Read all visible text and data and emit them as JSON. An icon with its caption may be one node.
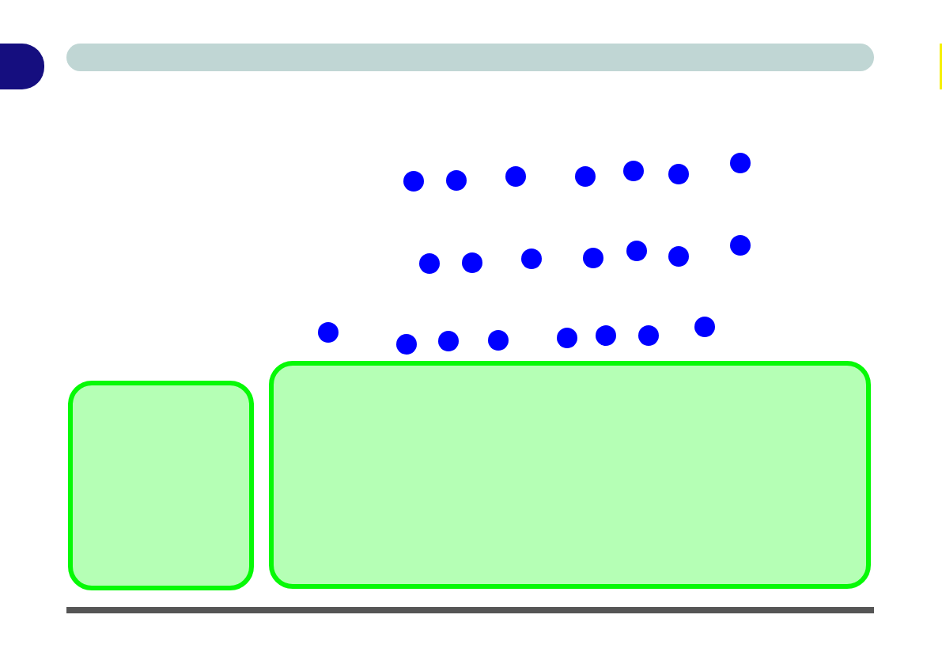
{
  "diagram": {
    "nodes": [
      {
        "text": [],
        "shape": "circle"
      },
      {
        "text": [],
        "shape": "circle"
      },
      {
        "text": [],
        "shape": "circle"
      },
      {
        "text": [],
        "shape": "circle"
      },
      {
        "text": [],
        "shape": "circle"
      },
      {
        "text": [],
        "shape": "circle"
      },
      {
        "text": [],
        "shape": "circle"
      },
      {
        "text": [],
        "shape": "circle"
      },
      {
        "text": [],
        "shape": "circle"
      },
      {
        "text": [],
        "shape": "circle"
      },
      {
        "text": [],
        "shape": "circle"
      },
      {
        "text": [],
        "shape": "circle"
      },
      {
        "text": [],
        "shape": "circle"
      },
      {
        "text": [],
        "shape": "circle"
      },
      {
        "text": [],
        "shape": "circle"
      },
      {
        "text": [],
        "shape": "circle"
      },
      {
        "text": [],
        "shape": "circle"
      },
      {
        "text": [],
        "shape": "circle"
      },
      {
        "text": [],
        "shape": "circle"
      },
      {
        "text": [],
        "shape": "circle"
      },
      {
        "text": [],
        "shape": "circle"
      },
      {
        "text": [],
        "shape": "circle"
      },
      {
        "text": [],
        "shape": "box"
      },
      {
        "text": [],
        "shape": "box"
      }
    ]
  }
}
